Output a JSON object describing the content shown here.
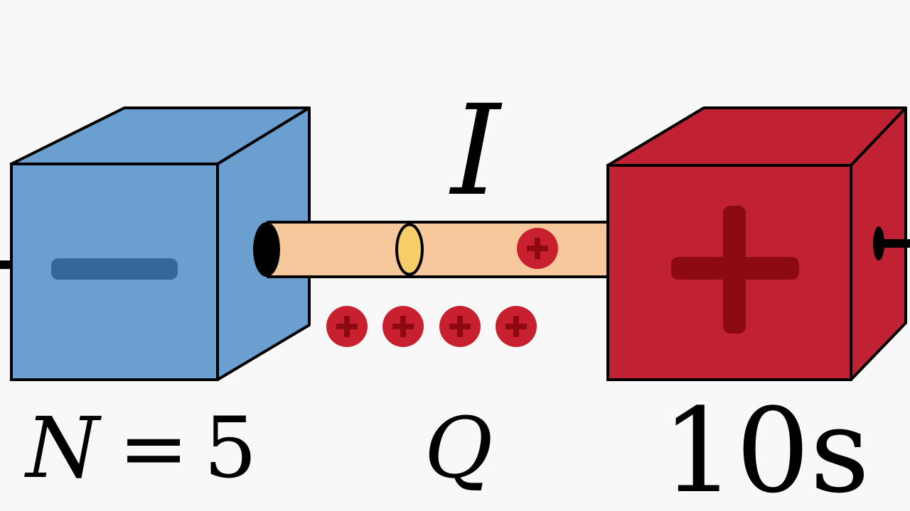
{
  "current_symbol": "I",
  "charge_symbol": "Q",
  "count_label": {
    "variable": "N",
    "equals": "=",
    "value": "5"
  },
  "time_label": "10s",
  "negative_terminal": {
    "sign": "minus",
    "color": "#6a9fcf",
    "mark_color": "#35679a"
  },
  "positive_terminal": {
    "sign": "plus",
    "color": "#c02233",
    "mark_color": "#8e0a12"
  },
  "wire": {
    "color": "#f6c99d",
    "cross_section_color": "#f6cd66"
  },
  "charges": {
    "symbol": "+",
    "color": "#c8202e",
    "in_wire": 1,
    "outside_wire": 4
  }
}
